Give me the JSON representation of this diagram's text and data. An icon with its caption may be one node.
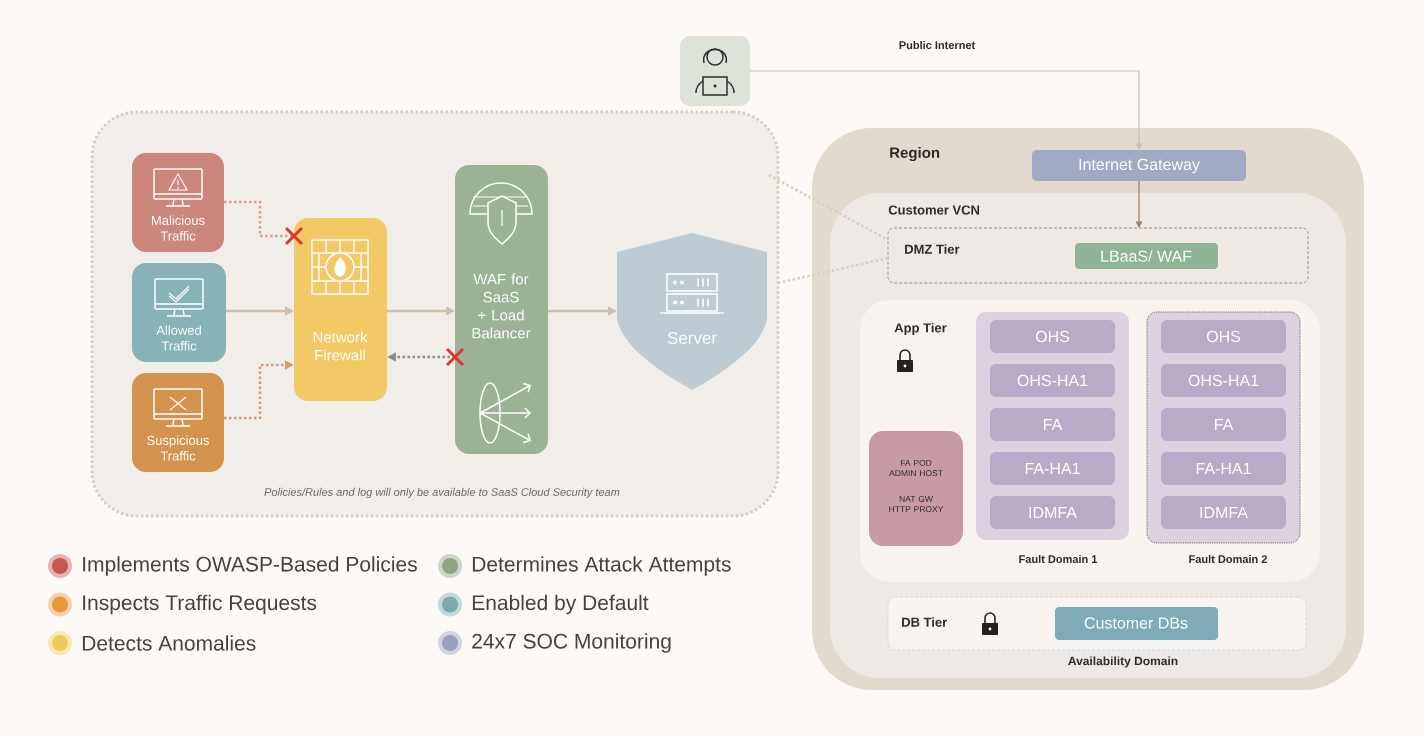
{
  "diagram": {
    "nodes": [
      {
        "text": [],
        "shape": "person"
      },
      {
        "text": [
          "Policies/Rules and log will only be available to SaaS Cloud Security team"
        ]
      },
      {
        "text": [
          "Malicious Traffic"
        ],
        "in": 1
      },
      {
        "text": [
          "Allowed Traffic"
        ],
        "in": 1
      },
      {
        "text": [
          "Suspicious Traffic"
        ],
        "in": 1
      },
      {
        "text": [
          "Network Firewall"
        ],
        "in": 1
      },
      {
        "text": [
          "WAF for SaaS + Load Balancer"
        ],
        "in": 1
      },
      {
        "text": [
          "Server"
        ],
        "in": 1
      },
      {
        "text": [
          "Region"
        ]
      },
      {
        "text": [
          "Internet Gateway"
        ],
        "in": 8
      },
      {
        "text": [
          "Customer VCN"
        ],
        "in": 8
      },
      {
        "text": [
          "DMZ Tier"
        ],
        "in": 10
      },
      {
        "text": [
          "LBaaS/ WAF"
        ],
        "in": 11
      },
      {
        "text": [
          "App Tier"
        ],
        "in": 10
      },
      {
        "text": [
          "FA POD ADMIN HOST",
          "NAT GW HTTP PROXY"
        ],
        "in": 13
      },
      {
        "text": [
          "Fault Domain 1"
        ],
        "in": 13
      },
      {
        "text": [
          "OHS"
        ],
        "in": 15
      },
      {
        "text": [
          "OHS-HA1"
        ],
        "in": 15
      },
      {
        "text": [
          "FA"
        ],
        "in": 15
      },
      {
        "text": [
          "FA-HA1"
        ],
        "in": 15
      },
      {
        "text": [
          "IDMFA"
        ],
        "in": 15
      },
      {
        "text": [
          "Fault Domain 2"
        ],
        "in": 13
      },
      {
        "text": [
          "OHS"
        ],
        "in": 21
      },
      {
        "text": [
          "OHS-HA1"
        ],
        "in": 21
      },
      {
        "text": [
          "FA"
        ],
        "in": 21
      },
      {
        "text": [
          "FA-HA1"
        ],
        "in": 21
      },
      {
        "text": [
          "IDMFA"
        ],
        "in": 21
      },
      {
        "text": [
          "DB Tier"
        ],
        "in": 10
      },
      {
        "text": [
          "Customer DBs"
        ],
        "in": 27
      }
    ],
    "edges": [
      {
        "from": 0,
        "to": 9,
        "arrow": "to"
      },
      {
        "from": 9,
        "to": 11,
        "arrow": "to",
        "color": "#9b7b5b"
      },
      {
        "from": 2,
        "to": 5,
        "arrow": "none",
        "style": "dashed",
        "color": "#dd9f8a"
      },
      {
        "from": 3,
        "to": 5,
        "arrow": "to"
      },
      {
        "from": 4,
        "to": 5,
        "arrow": "to",
        "style": "dashed",
        "color": "#d99a6f"
      },
      {
        "from": 5,
        "to": 6,
        "arrow": "to"
      },
      {
        "from": 6,
        "to": 5,
        "arrow": "to",
        "style": "dashed",
        "color": "#8c8c8c"
      },
      {
        "from": 6,
        "to": 7,
        "arrow": "to"
      },
      {
        "from": 1,
        "to": 11,
        "arrow": "none",
        "style": "dashed",
        "color": "#d8cdc2"
      },
      {
        "from": 1,
        "to": 11,
        "arrow": "none",
        "style": "dashed",
        "color": "#d8cdc2"
      }
    ],
    "labels": [
      "Public Internet",
      "Availability Domain"
    ],
    "legend": [
      {
        "text": "Implements OWASP-Based Policies",
        "color": "#c4574f"
      },
      {
        "text": "Inspects Traffic Requests",
        "color": "#e8983f"
      },
      {
        "text": "Detects Anomalies",
        "color": "#f2c95c"
      },
      {
        "text": "Determines Attack Attempts",
        "color": "#8ea581"
      },
      {
        "text": "Enabled by Default",
        "color": "#7aa9aa"
      },
      {
        "text": "24x7 SOC Monitoring",
        "color": "#9aa0be"
      }
    ]
  }
}
